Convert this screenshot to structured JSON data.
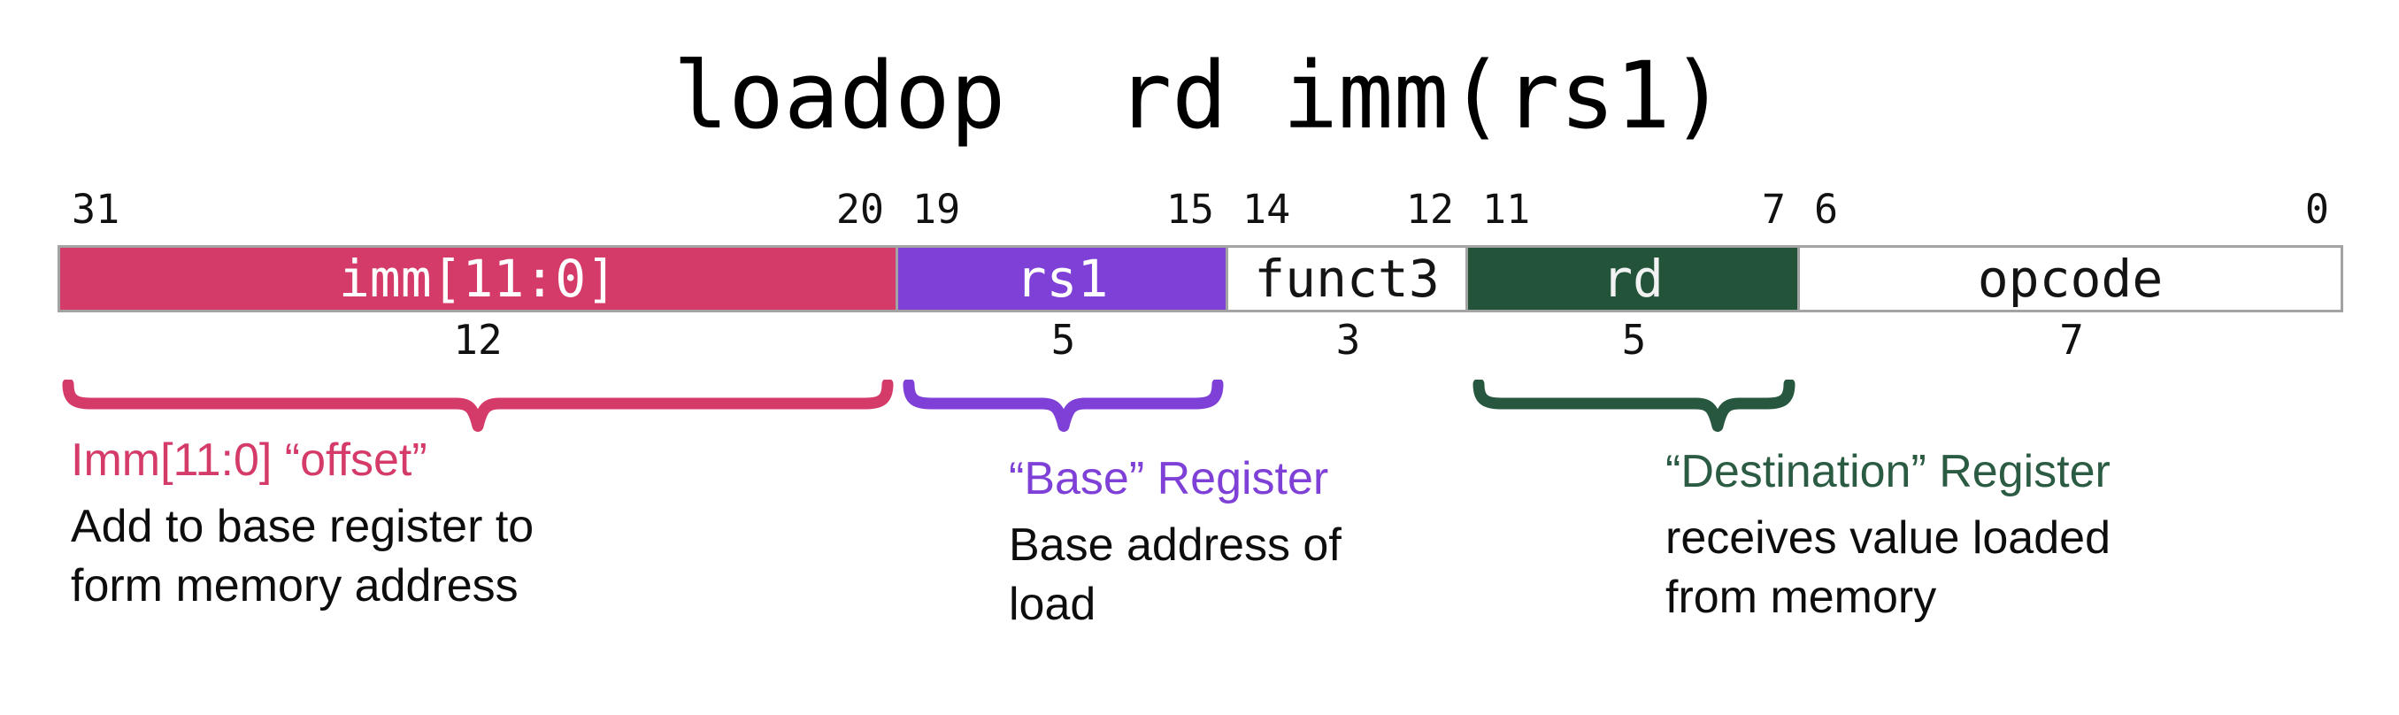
{
  "page": {
    "title": "loadop  rd imm(rs1)",
    "background_color": "#ffffff",
    "border_color": "#a3a3a3"
  },
  "instruction_format": {
    "total_bits": "32",
    "fields": [
      {
        "label": "imm[11:0]",
        "bit_high": "31",
        "bit_low": "20",
        "bit_width": "12",
        "box_color": "#d53b68",
        "text_color": "#ffffff"
      },
      {
        "label": "rs1",
        "bit_high": "19",
        "bit_low": "15",
        "bit_width": "5",
        "box_color": "#7e40d6",
        "text_color": "#ffffff"
      },
      {
        "label": "funct3",
        "bit_high": "14",
        "bit_low": "12",
        "bit_width": "3",
        "box_color": "#ffffff",
        "text_color": "#141414"
      },
      {
        "label": "rd",
        "bit_high": "11",
        "bit_low": "7",
        "bit_width": "5",
        "box_color": "#235339",
        "text_color": "#f2f2f2"
      },
      {
        "label": "opcode",
        "bit_high": "6",
        "bit_low": "0",
        "bit_width": "7",
        "box_color": "#ffffff",
        "text_color": "#141414"
      }
    ]
  },
  "annotations": [
    {
      "heading": "Imm[11:0] “offset”",
      "accent_color": "#d53b68",
      "brace_color": "#d53b68",
      "lines": [
        "Add to base register to",
        "form memory address"
      ],
      "brace_field_index": 0
    },
    {
      "heading": "“Base” Register",
      "accent_color": "#7e40d6",
      "brace_color": "#7e40d6",
      "lines": [
        "Base address of",
        "load"
      ],
      "brace_field_index": 1
    },
    {
      "heading": "“Destination” Register",
      "accent_color": "#2b5c43",
      "brace_color": "#27573e",
      "lines": [
        "receives value loaded",
        "from memory"
      ],
      "brace_field_index": 3
    }
  ]
}
